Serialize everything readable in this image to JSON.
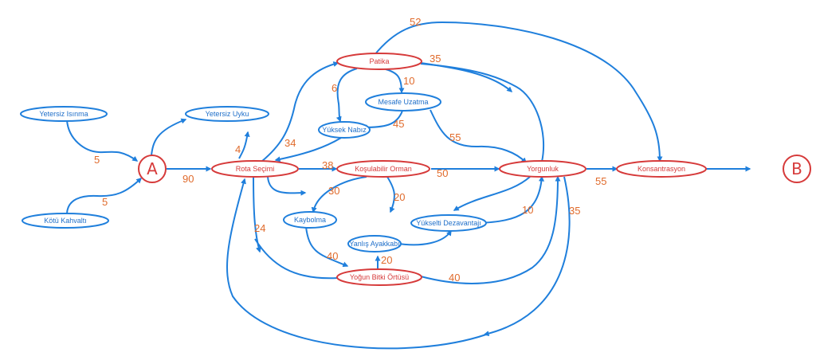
{
  "colors": {
    "edge": "#1f7fdc",
    "red_node": "#d63a3a",
    "blue_node": "#1f7fdc",
    "weight": "#e06b2c"
  },
  "terminals": {
    "start": "A",
    "end": "B"
  },
  "nodes": {
    "yetersiz_isinma": "Yetersiz Isınma",
    "kotu_kahvalti": "Kötü Kahvaltı",
    "yetersiz_uyku": "Yetersiz Uyku",
    "rota_secimi": "Rota Seçimi",
    "patika": "Patika",
    "mesafe_uzatma": "Mesafe Uzatma",
    "yuksek_nabiz": "Yüksek Nabız",
    "kosulabilir_orman": "Koşulabilir Orman",
    "kaybolma": "Kaybolma",
    "yanlis_ayakkabi": "Yanlış Ayakkabı",
    "yogun_bitki": "Yoğun Bitki Örtüsü",
    "yukselti": "Yükselti Dezavantajı",
    "yorgunluk": "Yorgunluk",
    "konsantrasyon": "Konsantrasyon"
  },
  "edge_weights": {
    "isinma_A": "5",
    "kahvalti_A": "5",
    "A_rota": "90",
    "uyku_rota": "4",
    "rota_patika": "34",
    "patika_nabiz": "6",
    "patika_mesafe": "10",
    "mesafe_nabiz": "45",
    "patika_konsantrasyon": "52",
    "patika_yorgunluk": "35",
    "rota_orman": "38",
    "orman_kaybolma": "30",
    "orman_ayakkabi": "20",
    "orman_yorgunluk": "50",
    "mesafe_yorgunluk": "55",
    "rota_bitki": "24",
    "kaybolma_bitki": "40",
    "bitki_ayakkabi": "20",
    "bitki_yorgunluk": "40",
    "yorgunluk_yukselti": "10",
    "yorgunluk_rota": "35",
    "yorgunluk_konsantrasyon": "55"
  }
}
